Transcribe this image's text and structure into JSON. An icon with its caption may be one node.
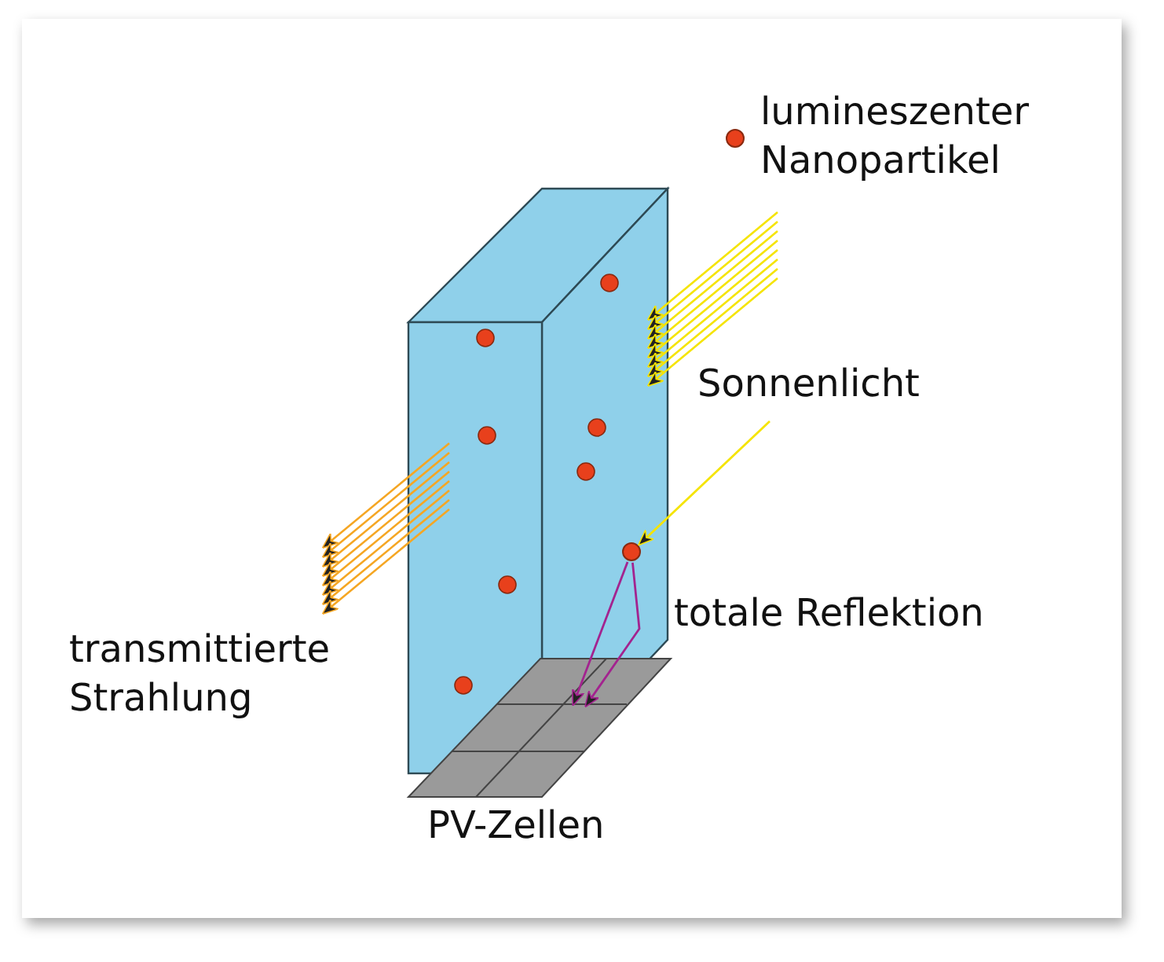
{
  "diagram": {
    "nodes": [
      {
        "text": [],
        "shape": "circle"
      },
      {
        "text": [],
        "shape": "box",
        "beside": [
          "PV-Zellen"
        ]
      }
    ],
    "edges": [
      {
        "from": null,
        "to": 0,
        "arrow": "to",
        "color": "#f5e400"
      },
      {
        "from": 0,
        "to": 1,
        "arrow": "to",
        "color": "#a3238f"
      },
      {
        "from": 0,
        "to": 1,
        "arrow": "to",
        "color": "#a3238f"
      }
    ],
    "labels": [
      "Sonnenlicht",
      "totale Reflektion",
      "transmittierte Strahlung"
    ],
    "legend": [
      {
        "text": "lumineszenter Nanopartikel",
        "color": "#e8401c"
      }
    ]
  }
}
